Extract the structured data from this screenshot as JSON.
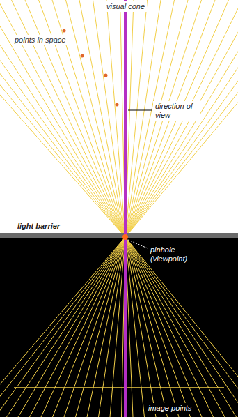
{
  "diagram": {
    "labels": [
      "visual cone",
      "points in space",
      "direction of view",
      "light barrier",
      "pinhole (viewpoint)",
      "image points"
    ]
  }
}
